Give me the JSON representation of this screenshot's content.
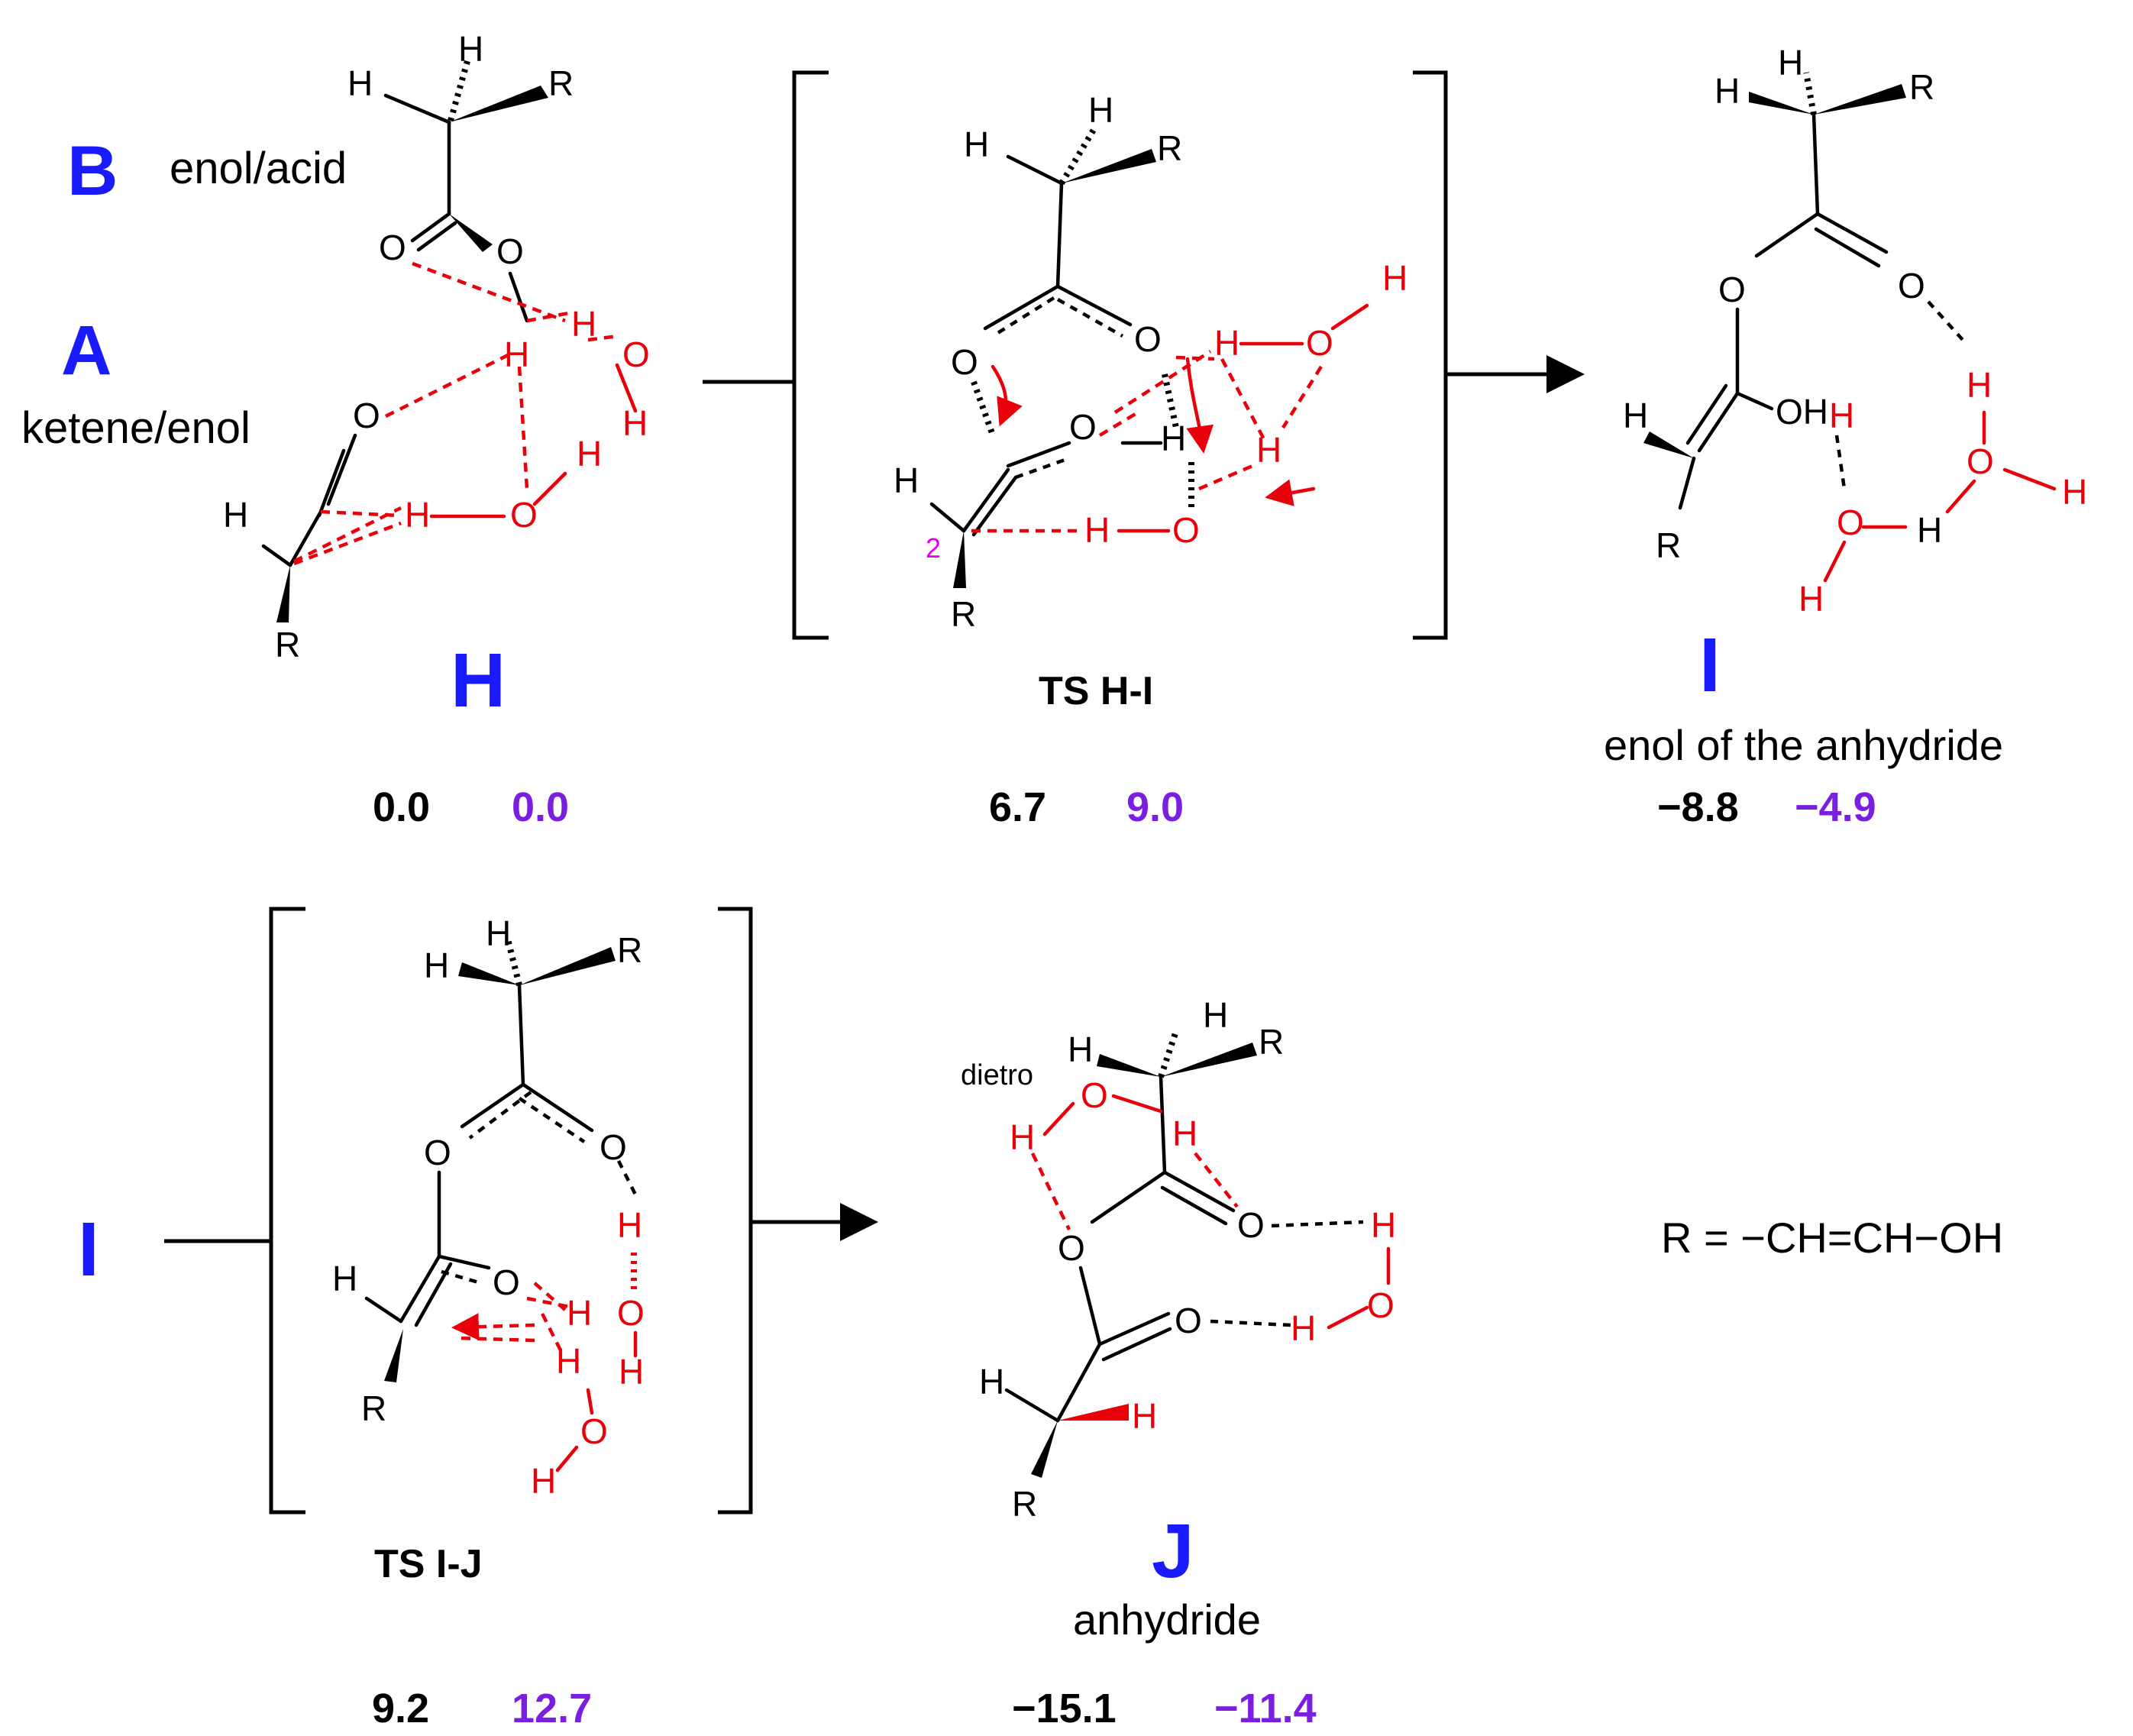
{
  "colors": {
    "label_blue": "#1a1aff",
    "energy_purple": "#7a1fe0",
    "energy_black": "#000000",
    "atom_red": "#e8000b",
    "site_magenta": "#e600e6"
  },
  "structures": {
    "H": {
      "letter": "H",
      "top_label": "B",
      "top_desc": "enol/acid",
      "bottom_label": "A",
      "bottom_desc": "ketene/enol",
      "energy_1": "0.0",
      "energy_2": "0.0"
    },
    "TS_HI": {
      "label": "TS H-I",
      "site_number": "2",
      "energy_1": "6.7",
      "energy_2": "9.0"
    },
    "I": {
      "letter": "I",
      "description": "enol of the anhydride",
      "energy_1": "−8.8",
      "energy_2": "−4.9"
    },
    "I_row2": {
      "letter": "I"
    },
    "TS_IJ": {
      "label": "TS I-J",
      "energy_1": "9.2",
      "energy_2": "12.7"
    },
    "J": {
      "letter": "J",
      "description": "anhydride",
      "note": "dietro",
      "energy_1": "−15.1",
      "energy_2": "−11.4"
    }
  },
  "substituent_definition": "R = −CH=CH−OH",
  "atoms": {
    "H": "H",
    "O": "O",
    "R": "R",
    "OH": "OH"
  }
}
